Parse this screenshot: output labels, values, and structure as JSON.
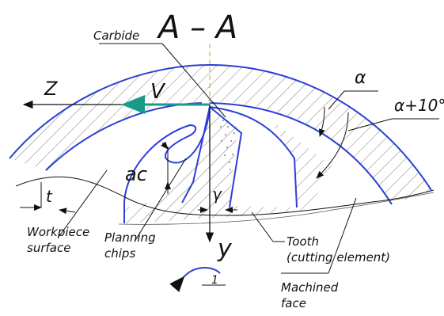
{
  "section_title": "A – A",
  "labels": {
    "carbide": "Carbide",
    "z_axis": "Z",
    "v_vector": "V",
    "alpha": "α",
    "alpha_plus": "α+10°",
    "ac": "ac",
    "gamma": "γ",
    "t": "t",
    "y_axis": "y",
    "one": "1",
    "workpiece_line1": "Workpiece",
    "workpiece_line2": "surface",
    "planning_line1": "Planning",
    "planning_line2": "chips",
    "tooth_line1": "Tooth",
    "tooth_line2": "(cutting element)",
    "machined_line1": "Machined",
    "machined_line2": "face"
  },
  "colors": {
    "outline": "#2b3fd6",
    "velocity": "#1a9a8a",
    "ink": "#111111"
  }
}
